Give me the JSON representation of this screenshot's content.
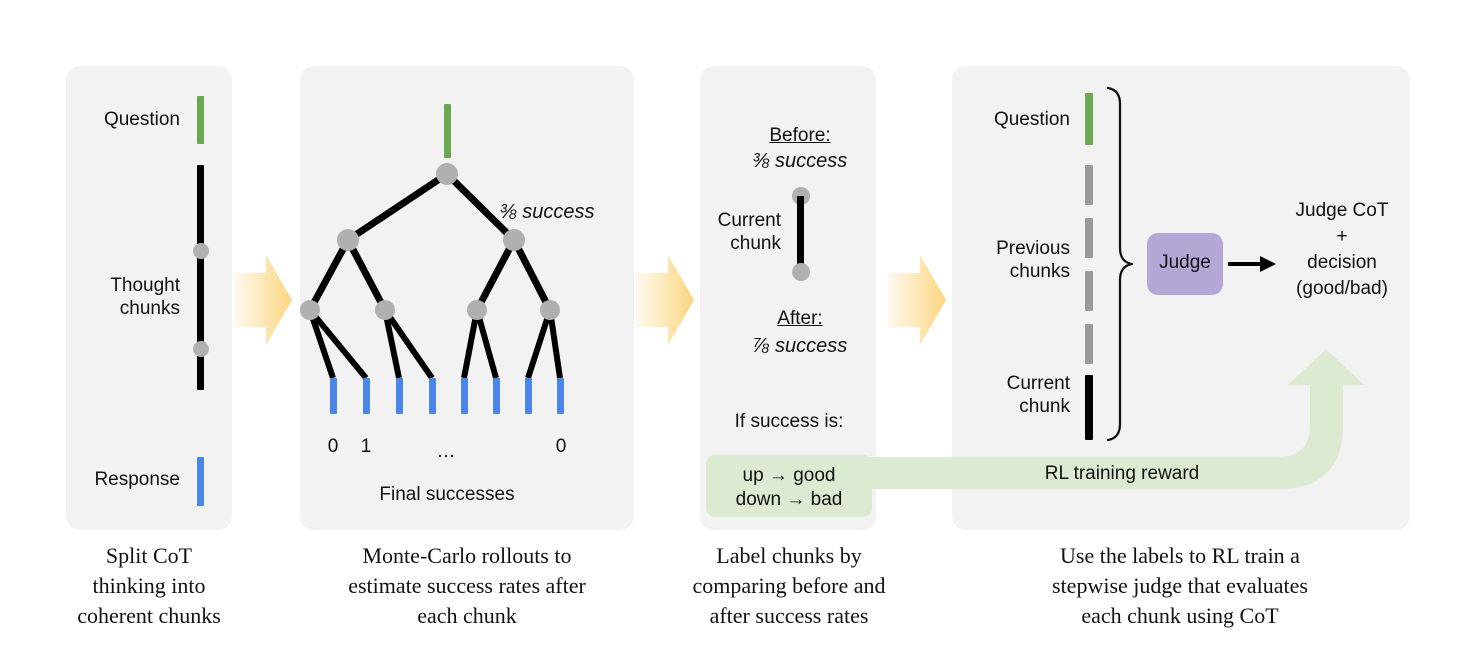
{
  "diagram": {
    "title": "Stepwise CoT judge training pipeline",
    "colors": {
      "panel_bg": "#f2f2f2",
      "question_green": "#6aa84f",
      "response_blue": "#4a86e8",
      "chunk_black": "#000000",
      "node_gray": "#b0b0b0",
      "prev_chunk_gray": "#9a9a9a",
      "judge_purple": "#b4a7d6",
      "reward_green": "#dbead0",
      "flow_arrow_orange": "#fbd57f"
    }
  },
  "panels": [
    {
      "id": "panel-1",
      "name": "split-cot",
      "labels": {
        "question": "Question",
        "thought_chunks": "Thought\nchunks",
        "response": "Response"
      },
      "caption": "Split CoT\nthinking into\ncoherent chunks"
    },
    {
      "id": "panel-2",
      "name": "monte-carlo-rollouts",
      "labels": {
        "success_rate": "⅜ success",
        "final_successes": "Final successes"
      },
      "leaf_labels": [
        "0",
        "1",
        "…",
        "0"
      ],
      "tree": {
        "depth": 4,
        "leaves": 8,
        "root_branches": 2
      },
      "caption": "Monte-Carlo rollouts to\nestimate success rates after\neach chunk"
    },
    {
      "id": "panel-3",
      "name": "label-chunks",
      "labels": {
        "before_heading": "Before:",
        "before_value": "⅜ success",
        "current_chunk": "Current\nchunk",
        "after_heading": "After:",
        "after_value": "⅞ success",
        "if_success": "If success is:",
        "decision_rules": "up → good\ndown → bad"
      },
      "caption": "Label chunks by\ncomparing before and\nafter success rates"
    },
    {
      "id": "panel-4",
      "name": "rl-train-judge",
      "labels": {
        "question": "Question",
        "previous_chunks": "Previous\nchunks",
        "current_chunk": "Current\nchunk",
        "judge": "Judge",
        "judge_output": "Judge CoT\n+\ndecision\n(good/bad)",
        "rl_reward": "RL training reward"
      },
      "caption": "Use the labels to RL train a\nstepwise judge that evaluates\neach chunk using CoT"
    }
  ],
  "flow_arrows": [
    {
      "name": "arrow-panel1-to-panel2"
    },
    {
      "name": "arrow-panel2-to-panel3"
    },
    {
      "name": "arrow-panel3-to-panel4"
    }
  ]
}
